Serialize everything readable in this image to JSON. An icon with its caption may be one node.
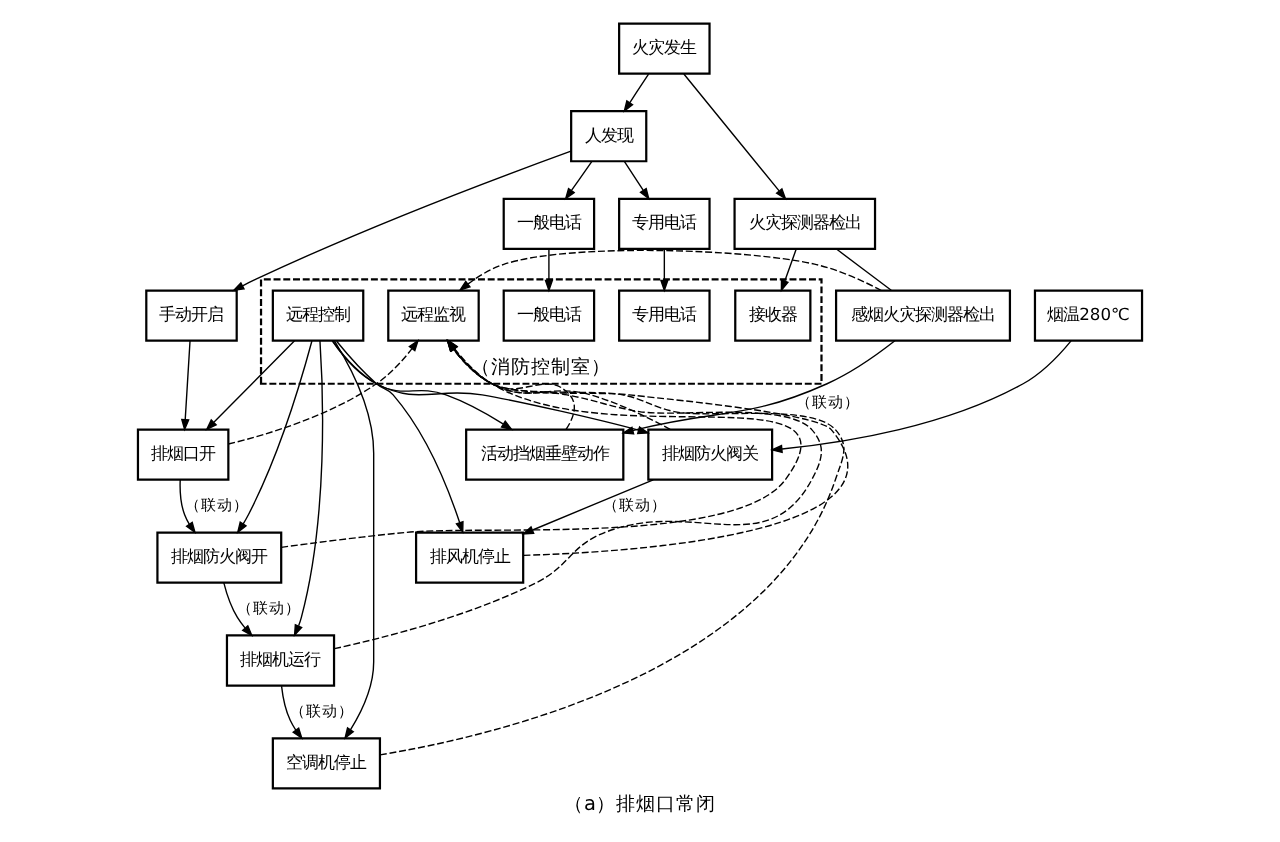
{
  "diagram": {
    "caption": "（a）排烟口常闭",
    "nodes": [
      {
        "text": [
          "火灾发生"
        ]
      },
      {
        "text": [
          "人发现"
        ]
      },
      {
        "text": [
          "火灾探测器检出"
        ]
      },
      {
        "text": [
          "手动开启"
        ]
      },
      {
        "text": [
          "一般电话"
        ]
      },
      {
        "text": [
          "专用电话"
        ]
      },
      {
        "text": [
          "（消防控制室）"
        ]
      },
      {
        "text": [
          "一般电话"
        ],
        "in": 6
      },
      {
        "text": [
          "专用电话"
        ],
        "in": 6
      },
      {
        "text": [
          "接收器"
        ],
        "in": 6
      },
      {
        "text": [
          "远程监视"
        ],
        "in": 6
      },
      {
        "text": [
          "远程控制"
        ],
        "in": 6
      },
      {
        "text": [
          "感烟火灾探测器检出"
        ]
      },
      {
        "text": [
          "排烟口开"
        ]
      },
      {
        "text": [
          "排烟防火阀开"
        ]
      },
      {
        "text": [
          "排烟机运行"
        ]
      },
      {
        "text": [
          "空调机停止"
        ]
      },
      {
        "text": [
          "活动挡烟垂壁动作"
        ]
      },
      {
        "text": [
          "排烟防火阀关"
        ]
      },
      {
        "text": [
          "烟温280℃"
        ]
      },
      {
        "text": [
          "排风机停止"
        ]
      }
    ],
    "edges": [
      {
        "from": 0,
        "to": 1,
        "arrow": "to"
      },
      {
        "from": 0,
        "to": 2,
        "arrow": "to"
      },
      {
        "from": 1,
        "to": 3,
        "arrow": "to"
      },
      {
        "from": 1,
        "to": 4,
        "arrow": "to"
      },
      {
        "from": 1,
        "to": 5,
        "arrow": "to"
      },
      {
        "from": 4,
        "to": 7,
        "arrow": "to"
      },
      {
        "from": 5,
        "to": 8,
        "arrow": "to"
      },
      {
        "from": 2,
        "to": 9,
        "arrow": "to"
      },
      {
        "from": 2,
        "to": 12,
        "arrow": "none"
      },
      {
        "from": 12,
        "to": 17,
        "arrow": "to",
        "label": "（联动）"
      },
      {
        "from": 3,
        "to": 13,
        "arrow": "to"
      },
      {
        "from": 11,
        "to": 13,
        "arrow": "to"
      },
      {
        "from": 11,
        "to": 14,
        "arrow": "to"
      },
      {
        "from": 11,
        "to": 15,
        "arrow": "to"
      },
      {
        "from": 11,
        "to": 16,
        "arrow": "to"
      },
      {
        "from": 11,
        "to": 18,
        "arrow": "to"
      },
      {
        "from": 11,
        "to": 20,
        "arrow": "to"
      },
      {
        "from": 11,
        "to": 17,
        "arrow": "to"
      },
      {
        "from": 13,
        "to": 14,
        "arrow": "to",
        "label": "（联动）"
      },
      {
        "from": 14,
        "to": 15,
        "arrow": "to",
        "label": "（联动）"
      },
      {
        "from": 15,
        "to": 16,
        "arrow": "to",
        "label": "（联动）"
      },
      {
        "from": 19,
        "to": 18,
        "arrow": "to"
      },
      {
        "from": 18,
        "to": 20,
        "arrow": "to",
        "label": "（联动）"
      },
      {
        "from": 13,
        "to": 10,
        "arrow": "to",
        "style": "dashed"
      },
      {
        "from": 14,
        "to": 10,
        "arrow": "to",
        "style": "dashed"
      },
      {
        "from": 15,
        "to": 10,
        "arrow": "to",
        "style": "dashed"
      },
      {
        "from": 16,
        "to": 10,
        "arrow": "to",
        "style": "dashed"
      },
      {
        "from": 18,
        "to": 10,
        "arrow": "to",
        "style": "dashed"
      },
      {
        "from": 20,
        "to": 10,
        "arrow": "to",
        "style": "dashed"
      },
      {
        "from": 17,
        "to": 10,
        "arrow": "to",
        "style": "dashed"
      },
      {
        "from": 12,
        "to": 10,
        "arrow": "to",
        "style": "dashed"
      }
    ]
  }
}
